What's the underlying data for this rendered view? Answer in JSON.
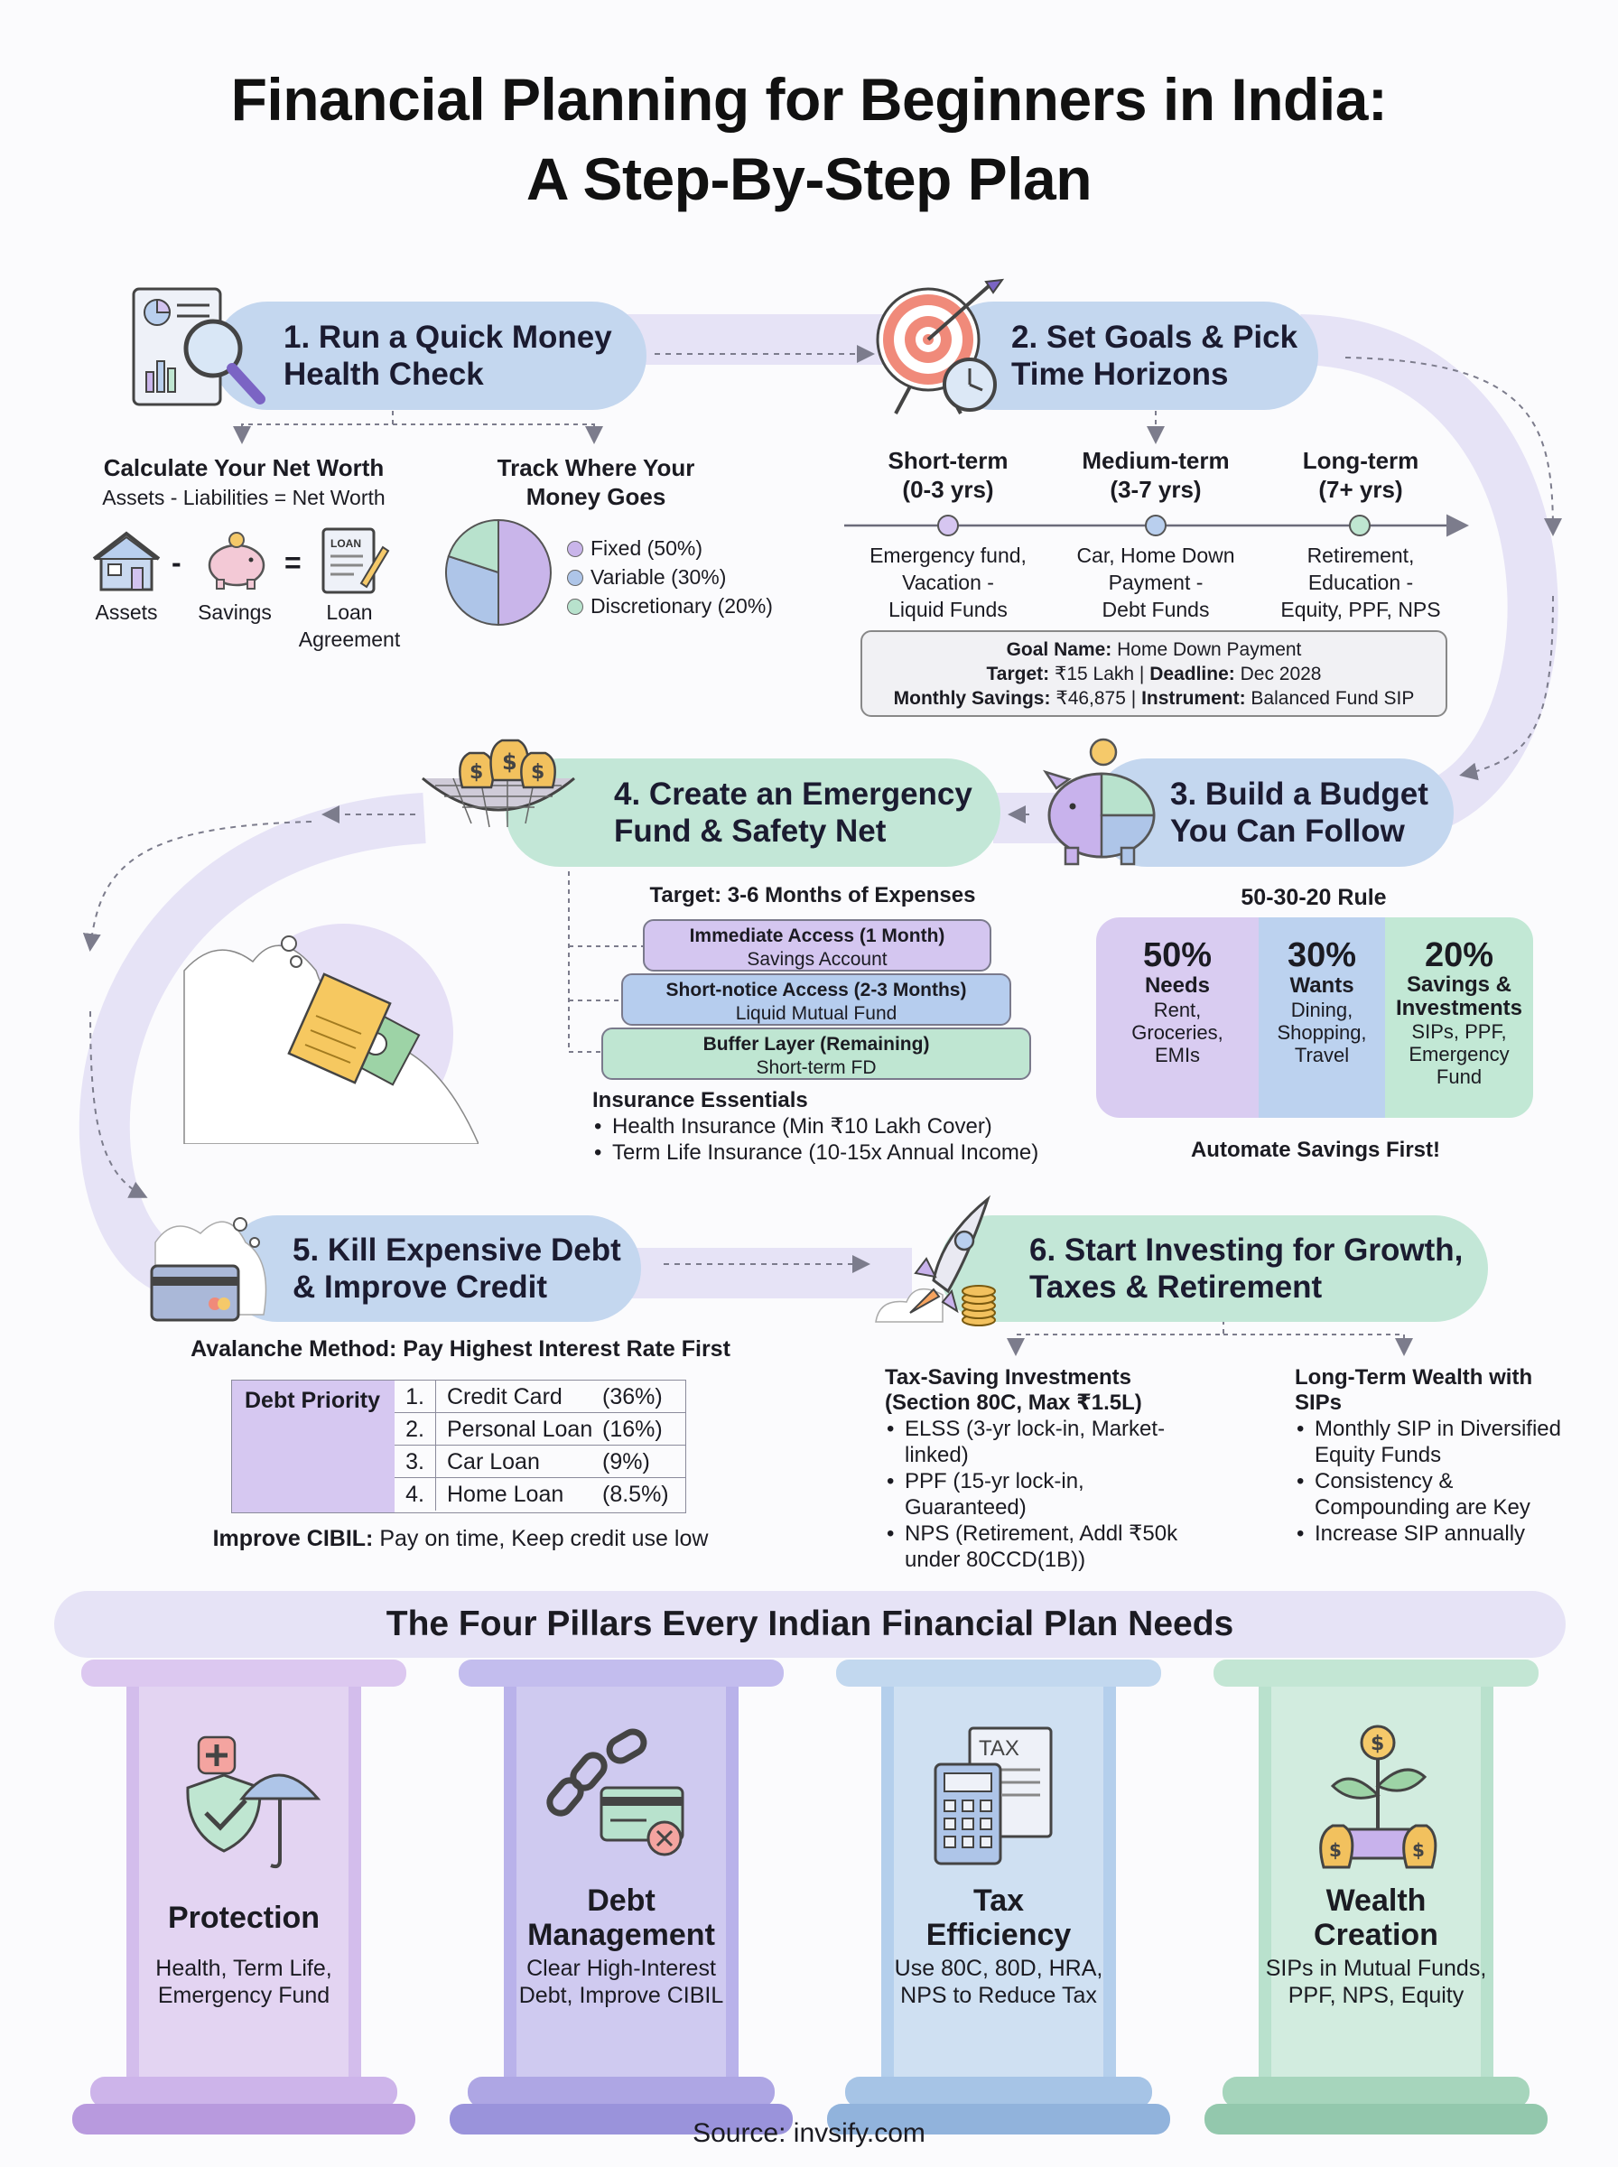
{
  "title_line1": "Financial Planning for Beginners in India:",
  "title_line2": "A Step-By-Step Plan",
  "step1": {
    "title": "1. Run a Quick Money Health Check",
    "networth_title": "Calculate Your Net Worth",
    "networth_formula": "Assets - Liabilities = Net Worth",
    "icons": [
      "Assets",
      "Savings",
      "Loan Agreement"
    ],
    "minus": "-",
    "equals": "=",
    "loan_tag": "LOAN",
    "track_title": "Track Where Your Money Goes",
    "legend": [
      {
        "label": "Fixed (50%)",
        "color": "#c9b5ea",
        "value": 50
      },
      {
        "label": "Variable (30%)",
        "color": "#aec5e8",
        "value": 30
      },
      {
        "label": "Discretionary (20%)",
        "color": "#b8e2cd",
        "value": 20
      }
    ]
  },
  "step2": {
    "title": "2. Set Goals & Pick Time Horizons",
    "horizons": [
      {
        "name": "Short-term",
        "range": "(0-3 yrs)",
        "desc1": "Emergency fund,",
        "desc2": "Vacation -",
        "desc3": "Liquid Funds",
        "color": "#d6c6f1"
      },
      {
        "name": "Medium-term",
        "range": "(3-7 yrs)",
        "desc1": "Car, Home Down",
        "desc2": "Payment -",
        "desc3": "Debt Funds",
        "color": "#b9cfee"
      },
      {
        "name": "Long-term",
        "range": "(7+ yrs)",
        "desc1": "Retirement,",
        "desc2": "Education -",
        "desc3": "Equity, PPF, NPS",
        "color": "#bfe6d1"
      }
    ],
    "goal_name_label": "Goal Name:",
    "goal_name": "Home Down Payment",
    "target_label": "Target:",
    "target": "₹15 Lakh",
    "sep": "|",
    "deadline_label": "Deadline:",
    "deadline": "Dec 2028",
    "monthly_label": "Monthly Savings:",
    "monthly": "₹46,875",
    "instrument_label": "Instrument:",
    "instrument": "Balanced Fund SIP"
  },
  "step3": {
    "title": "3. Build a Budget You Can Follow",
    "rule": "50-30-20 Rule",
    "cols": [
      {
        "pct": "50%",
        "name": "Needs",
        "desc": "Rent, Groceries, EMIs",
        "color": "#d9ccf1"
      },
      {
        "pct": "30%",
        "name": "Wants",
        "desc": "Dining, Shopping, Travel",
        "color": "#bcd2ef"
      },
      {
        "pct": "20%",
        "name": "Savings & Investments",
        "desc": "SIPs, PPF, Emergency Fund",
        "color": "#c2e8d5"
      }
    ],
    "footer": "Automate Savings First!"
  },
  "step4": {
    "title": "4. Create an Emergency Fund & Safety Net",
    "target": "Target: 3-6 Months of Expenses",
    "layers": [
      {
        "name": "Immediate Access (1 Month)",
        "sub": "Savings Account",
        "color": "#d4c6f0"
      },
      {
        "name": "Short-notice Access (2-3 Months)",
        "sub": "Liquid Mutual Fund",
        "color": "#b6cdee"
      },
      {
        "name": "Buffer Layer (Remaining)",
        "sub": "Short-term FD",
        "color": "#bfe6d2"
      }
    ],
    "insurance_title": "Insurance Essentials",
    "insurance": [
      "Health Insurance (Min ₹10 Lakh Cover)",
      "Term Life Insurance (10-15x Annual Income)"
    ]
  },
  "step5": {
    "title": "5. Kill Expensive Debt & Improve Credit",
    "method": "Avalanche Method: Pay Highest Interest Rate First",
    "priority_label": "Debt Priority",
    "debts": [
      {
        "n": "1.",
        "name": "Credit Card",
        "rate": "(36%)"
      },
      {
        "n": "2.",
        "name": "Personal Loan",
        "rate": "(16%)"
      },
      {
        "n": "3.",
        "name": "Car Loan",
        "rate": "(9%)"
      },
      {
        "n": "4.",
        "name": "Home Loan",
        "rate": "(8.5%)"
      }
    ],
    "cibil_label": "Improve CIBIL:",
    "cibil": "Pay on time, Keep credit use low"
  },
  "step6": {
    "title": "6. Start Investing for Growth, Taxes & Retirement",
    "tax_title": "Tax-Saving Investments (Section 80C, Max ₹1.5L)",
    "tax_items": [
      "ELSS (3-yr lock-in, Market-linked)",
      "PPF (15-yr lock-in, Guaranteed)",
      "NPS (Retirement, Addl ₹50k under 80CCD(1B))"
    ],
    "wealth_title": "Long-Term Wealth with SIPs",
    "wealth_items": [
      "Monthly SIP in Diversified Equity Funds",
      "Consistency & Compounding are Key",
      "Increase SIP annually"
    ]
  },
  "pillars": {
    "heading": "The Four Pillars Every Indian Financial Plan Needs",
    "tax_tag": "TAX",
    "items": [
      {
        "title": "Protection",
        "desc": "Health, Term Life, Emergency Fund",
        "icon": "shield-umbrella-icon",
        "light": "#e3d4f2",
        "mid": "#d3bdec",
        "dark": "#b89ade"
      },
      {
        "title": "Debt Management",
        "desc": "Clear High-Interest Debt, Improve CIBIL",
        "icon": "chain-card-icon",
        "light": "#cfcaf0",
        "mid": "#b9b2ea",
        "dark": "#9a93db"
      },
      {
        "title": "Tax Efficiency",
        "desc": "Use 80C, 80D, HRA, NPS to Reduce Tax",
        "icon": "calculator-tax-icon",
        "light": "#cfe0f2",
        "mid": "#b4cfec",
        "dark": "#91b3dc"
      },
      {
        "title": "Wealth Creation",
        "desc": "SIPs in Mutual Funds, PPF, NPS, Equity",
        "icon": "money-plant-icon",
        "light": "#d2ecdf",
        "mid": "#b9e1cd",
        "dark": "#93c8ad"
      }
    ]
  },
  "source": "Source: invsify.com"
}
